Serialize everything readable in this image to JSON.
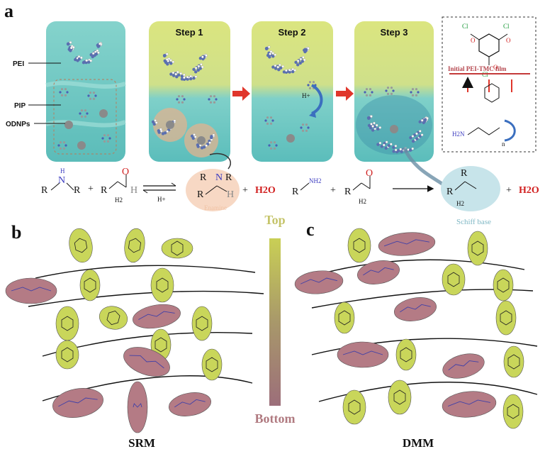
{
  "panels": {
    "a": "a",
    "b": "b",
    "c": "c"
  },
  "steps": [
    "Step 1",
    "Step 2",
    "Step 3"
  ],
  "side_labels": {
    "pei": "PEI",
    "pip": "PIP",
    "odnps": "ODNPs"
  },
  "inset": {
    "title": "Initial PEI-TMC film",
    "cl": "Cl",
    "o": "O",
    "n": "N",
    "h2n": "H2N",
    "sub_n": "n"
  },
  "reaction1": {
    "r": "R",
    "n": "N",
    "h": "H",
    "h2": "H2",
    "o": "O",
    "plus": "+",
    "hplus": "H+",
    "h2o": "H2O",
    "product": "Enamine"
  },
  "reaction2": {
    "nh2": "NH2",
    "r": "R",
    "h2": "H2",
    "o": "O",
    "plus": "+",
    "h2o": "H2O",
    "product": "Schiff base"
  },
  "legend": {
    "top": "Top",
    "bottom": "Bottom"
  },
  "labels": {
    "srm": "SRM",
    "dmm": "DMM"
  },
  "colors": {
    "green_top": "#d6e07a",
    "teal": "#6cc7c4",
    "pink": "#b47b85",
    "lime": "#c9d65a",
    "arrow_red": "#e0362b",
    "arrow_blue": "#3b6fbf",
    "text_h2o": "#d11f1f"
  }
}
